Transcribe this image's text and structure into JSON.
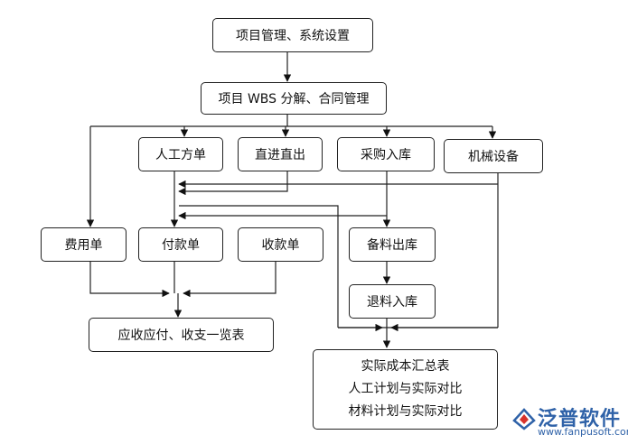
{
  "nodes": {
    "project_mgmt": "项目管理、系统设置",
    "wbs": "项目 WBS 分解、合同管理",
    "labor_sheet": "人工方单",
    "direct_in_out": "直进直出",
    "purchase_in": "采购入库",
    "machinery": "机械设备",
    "expense": "费用单",
    "payment": "付款单",
    "receipt": "收款单",
    "material_out": "备料出库",
    "return_in": "退料入库",
    "ar_ap": "应收应付、收支一览表",
    "summary": [
      "实际成本汇总表",
      "人工计划与实际对比",
      "材料计划与实际对比"
    ]
  },
  "logo": {
    "brand": "泛普软件",
    "site": "www.fanpusoft.com",
    "colors": {
      "blue": "#2f62a8",
      "red": "#d8322b"
    }
  }
}
